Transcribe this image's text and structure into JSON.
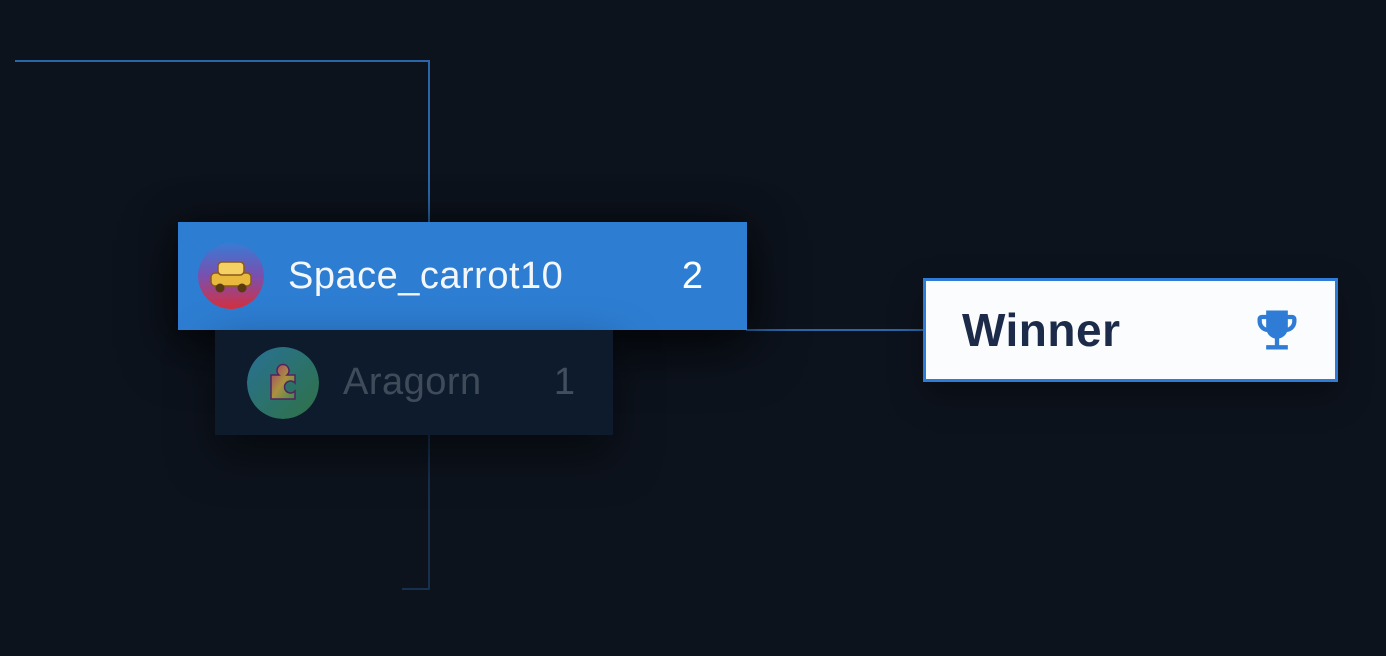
{
  "theme": {
    "background_color": "#0d131d",
    "highlight_blue": "#2d7dd2",
    "connector_line_color": "#2a66a8",
    "dim_connector_line_color": "#16304e",
    "winner_box_background": "#fbfcfd",
    "winner_box_border": "#2e7cd6",
    "winner_text_color": "#1c2b49",
    "player_text_color": "#f4f7fa"
  },
  "bracket": {
    "match": {
      "players": [
        {
          "name": "Space_carrot10",
          "score": "2",
          "avatar_icon": "gold-car-avatar-icon",
          "state": "winner-highlighted"
        },
        {
          "name": "Aragorn",
          "score": "1",
          "avatar_icon": "puzzle-piece-avatar-icon",
          "state": "eliminated-dimmed"
        }
      ]
    },
    "winner": {
      "label": "Winner",
      "icon": "trophy-icon"
    }
  }
}
